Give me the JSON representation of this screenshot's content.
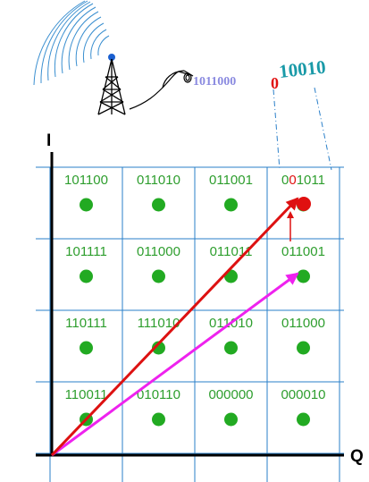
{
  "axes": {
    "vertical": "I",
    "horizontal": "Q"
  },
  "bitstream": {
    "part1": "1011000",
    "part2": "0",
    "part3": "10010"
  },
  "constellation": {
    "rows": [
      [
        "101100",
        "011010",
        "011001",
        "001011"
      ],
      [
        "101111",
        "011000",
        "011011",
        "011001"
      ],
      [
        "110111",
        "111010",
        "011010",
        "011000"
      ],
      [
        "110011",
        "010110",
        "000000",
        "000010"
      ]
    ],
    "highlight": {
      "row": 0,
      "col": 3,
      "bit_index": 1
    }
  },
  "colors": {
    "grid": "#2a7fc9",
    "point": "#22aa22",
    "code_text": "#2e9e2e",
    "received_vector": "#dd1111",
    "ideal_vector": "#ee22ee",
    "bitstream_blue": "#8a8ae0",
    "bitstream_red": "#e01010",
    "bitstream_teal": "#1a9aa8",
    "tower_waves": "#3a8fd0",
    "tower_tip": "#1a5fd0"
  },
  "icons": [
    "radio-tower-icon",
    "signal-waves-icon",
    "fiber-coil-icon"
  ]
}
